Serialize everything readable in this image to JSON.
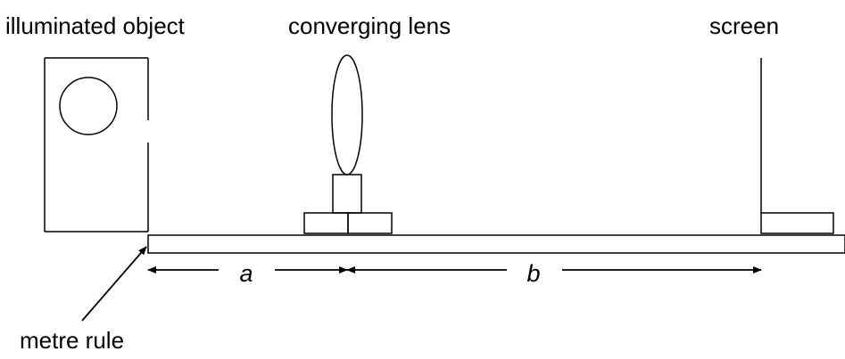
{
  "labels": {
    "object": "illuminated object",
    "lens": "converging lens",
    "screen": "screen",
    "rule": "metre rule",
    "distance_a": "a",
    "distance_b": "b"
  },
  "colors": {
    "stroke": "#000000",
    "background": "#ffffff"
  }
}
